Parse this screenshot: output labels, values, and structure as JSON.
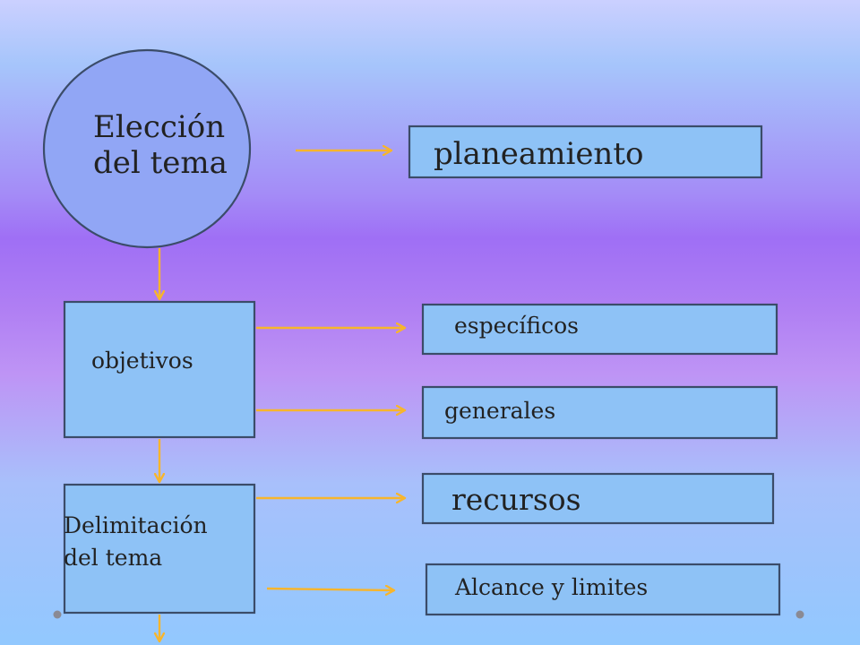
{
  "nodes": {
    "eleccion": {
      "line1": "Elección",
      "line2": "del tema"
    },
    "planeamiento": {
      "label": "planeamiento"
    },
    "objetivos": {
      "label": "objetivos"
    },
    "especificos": {
      "label": "específicos"
    },
    "generales": {
      "label": "generales"
    },
    "delimitacion": {
      "line1": "Delimitación",
      "line2": "del tema"
    },
    "recursos": {
      "label": "recursos"
    },
    "alcance": {
      "label": "Alcance y limites"
    }
  },
  "edges": [
    {
      "from": "Elección del tema",
      "to": "planeamiento"
    },
    {
      "from": "Elección del tema",
      "to": "objetivos"
    },
    {
      "from": "objetivos",
      "to": "específicos"
    },
    {
      "from": "objetivos",
      "to": "generales"
    },
    {
      "from": "objetivos",
      "to": "Delimitación del tema"
    },
    {
      "from": "Delimitación del tema",
      "to": "recursos"
    },
    {
      "from": "Delimitación del tema",
      "to": "Alcance y limites"
    }
  ],
  "colors": {
    "arrow": "#f7b52c",
    "box_fill": "#8ec2f6",
    "box_border": "#3b4c69",
    "circle_fill": "#91a6f5",
    "circle_border": "#3b4c69",
    "dot": "#8a8a94"
  }
}
